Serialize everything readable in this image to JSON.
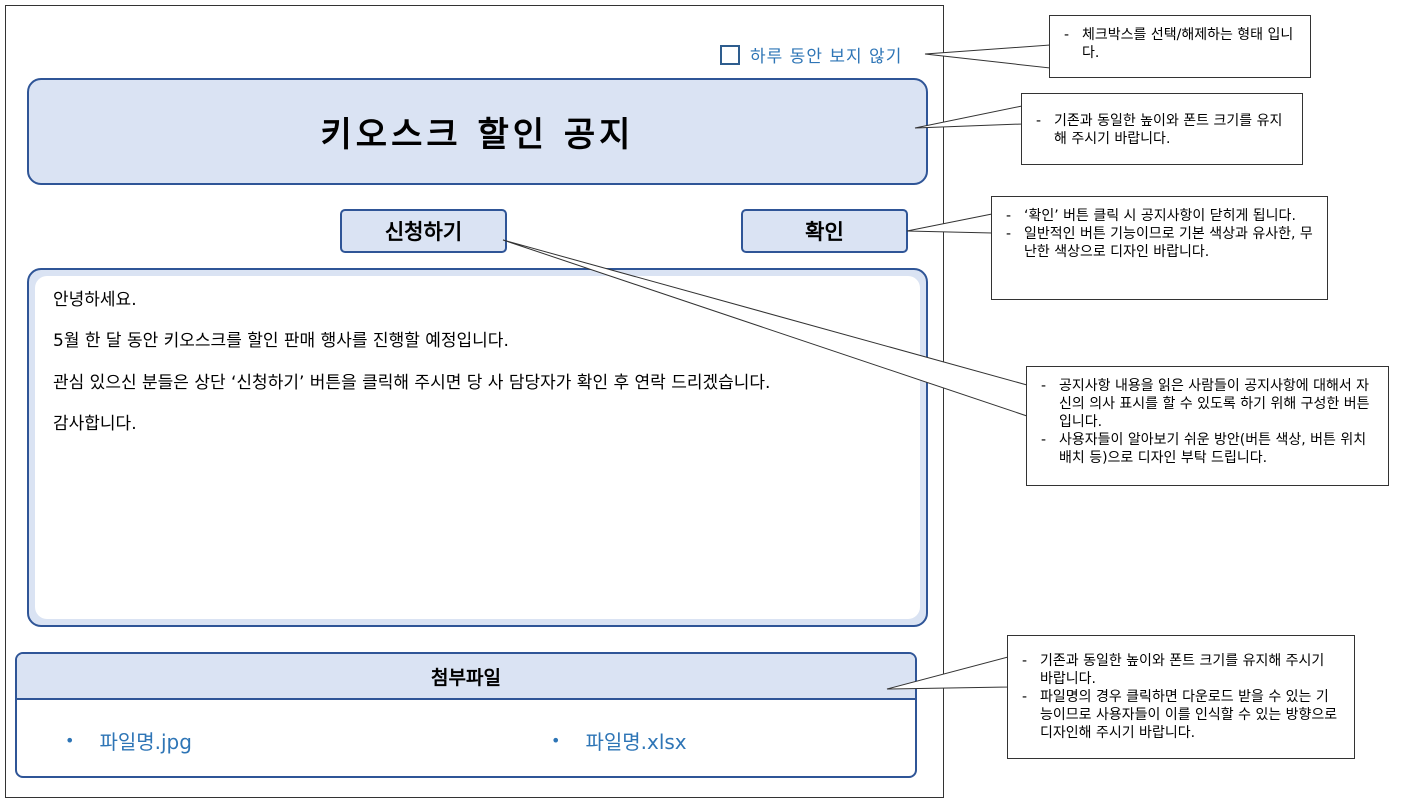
{
  "dont_show_today": {
    "label": "하루 동안 보지 않기",
    "checked": false
  },
  "title": "키오스크 할인 공지",
  "buttons": {
    "apply": "신청하기",
    "confirm": "확인"
  },
  "notice": {
    "lines": [
      "안녕하세요.",
      "5월 한 달 동안 키오스크를 할인 판매 행사를 진행할 예정입니다.",
      "관심 있으신 분들은 상단 ‘신청하기’ 버튼을 클릭해 주시면 당 사 담당자가 확인 후 연락 드리겠습니다.",
      "감사합니다."
    ]
  },
  "attachments": {
    "header": "첨부파일",
    "files": [
      "파일명.jpg",
      "파일명.xlsx"
    ]
  },
  "annotations": {
    "checkbox_note": [
      "체크박스를 선택/해제하는 형태 입니다."
    ],
    "title_note": [
      "기존과 동일한 높이와 폰트 크기를 유지해 주시기 바랍니다."
    ],
    "confirm_note": [
      "‘확인’ 버튼 클릭 시 공지사항이 닫히게 됩니다.",
      "일반적인 버튼 기능이므로 기본 색상과 유사한, 무난한 색상으로 디자인 바랍니다."
    ],
    "apply_note": [
      "공지사항 내용을 읽은 사람들이 공지사항에 대해서 자신의 의사 표시를 할 수 있도록 하기 위해 구성한 버튼 입니다.",
      "사용자들이 알아보기 쉬운 방안(버튼 색상, 버튼 위치 배치 등)으로 디자인 부탁 드립니다."
    ],
    "attachment_note": [
      "기존과 동일한 높이와 폰트 크기를 유지해 주시기 바랍니다.",
      "파일명의 경우 클릭하면 다운로드 받을 수 있는 기능이므로 사용자들이 이를 인식할 수 있는 방향으로 디자인해 주시기 바랍니다."
    ]
  },
  "colors": {
    "accent_border": "#2f5597",
    "panel_fill": "#dae3f3",
    "link_text": "#2e75b6"
  }
}
